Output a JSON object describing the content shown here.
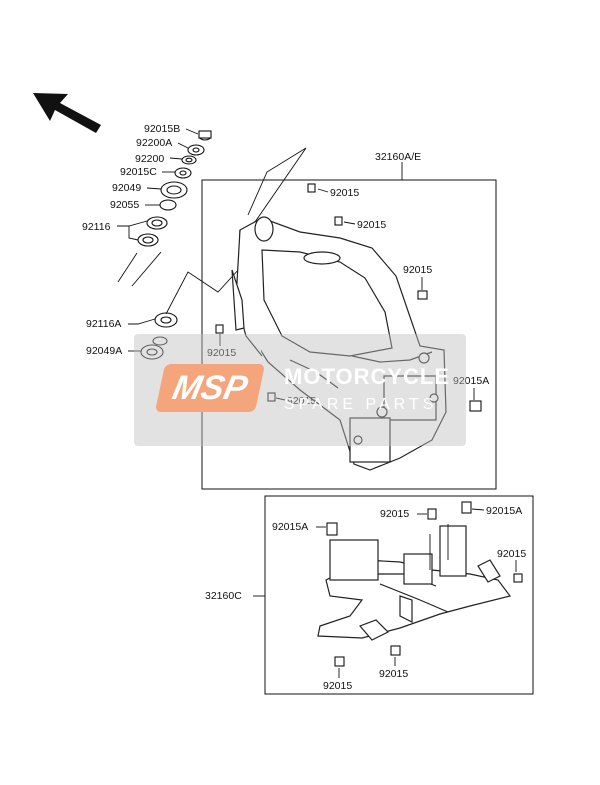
{
  "parts": {
    "p92015B": "92015B",
    "p92200A": "92200A",
    "p92200": "92200",
    "p92015C": "92015C",
    "p92049": "92049",
    "p92055": "92055",
    "p92116": "92116",
    "p92116A": "92116A",
    "p92049A": "92049A",
    "frame_main": "32160A/E",
    "frame_sub": "32160C",
    "bolt": "92015",
    "bolt_a": "92015A"
  },
  "watermark": {
    "logo": "MSP",
    "title": "MOTORCYCLE",
    "subtitle": "SPARE PARTS"
  }
}
